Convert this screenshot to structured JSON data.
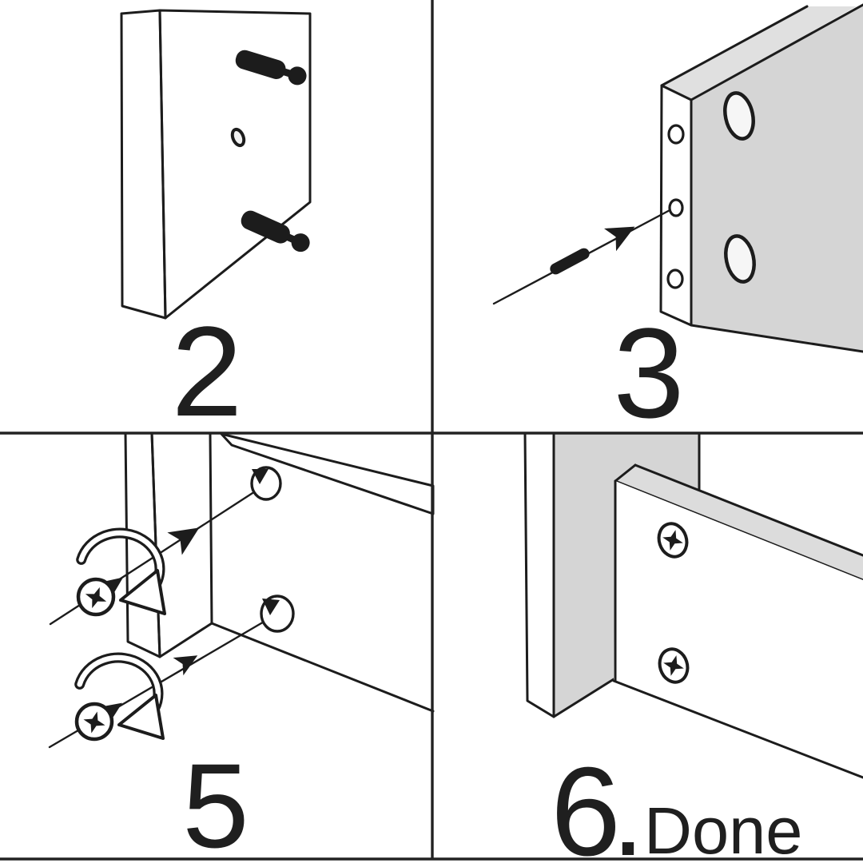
{
  "colors": {
    "ink": "#1c1c1c",
    "board_face": "#d5d5d5",
    "board_top": "#e0e0e0",
    "board_edge": "#ffffff",
    "background": "#ffffff"
  },
  "panels": {
    "step2": {
      "label": "2"
    },
    "step3": {
      "label": "3"
    },
    "step5": {
      "label": "5"
    },
    "step6": {
      "label": "6",
      "dot": ".",
      "caption": "Done"
    }
  }
}
